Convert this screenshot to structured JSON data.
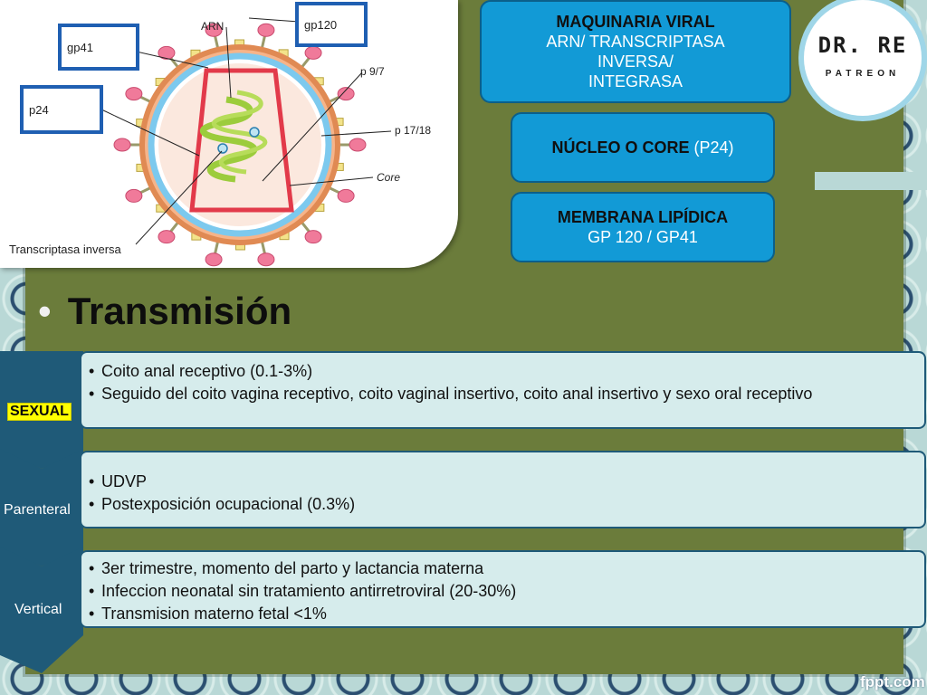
{
  "figure": {
    "labels": {
      "arn": "ARN",
      "gp120": "gp120",
      "gp41": "gp41",
      "p24": "p24",
      "p97": "p 9/7",
      "p1718": "p 17/18",
      "core": "Core",
      "transcriptasa": "Transcriptasa  inversa"
    }
  },
  "callouts": {
    "maquinaria": {
      "title": "MAQUINARIA VIRAL",
      "lines": [
        "ARN/ TRANSCRIPTASA",
        "INVERSA/",
        "INTEGRASA"
      ]
    },
    "nucleo": {
      "title": "NÚCLEO O CORE",
      "suffix": " (P24)"
    },
    "membrana": {
      "title": "MEMBRANA LIPÍDICA",
      "line": "GP 120 / GP41"
    }
  },
  "logo": {
    "main": "DR. RE",
    "sub": "PATREON"
  },
  "heading": {
    "bullet": "•",
    "text": "Transmisión"
  },
  "rows": [
    {
      "label": "SEXUAL",
      "items": [
        "Coito anal receptivo (0.1-3%)",
        "Seguido del coito vagina receptivo, coito vaginal insertivo, coito anal insertivo y sexo oral receptivo"
      ]
    },
    {
      "label": "Parenteral",
      "items": [
        "UDVP",
        "Postexposición ocupacional (0.3%)"
      ]
    },
    {
      "label": "Vertical",
      "items": [
        "3er trimestre, momento del parto y lactancia materna",
        "Infeccion neonatal sin tratamiento antirretroviral (20-30%)",
        "Transmision materno fetal <1%"
      ]
    }
  ],
  "watermark": "fppt.com",
  "colors": {
    "slide": "#6b7c3b",
    "callout": "#129ad6",
    "tab": "#1f5a78",
    "panel": "#d6ecec",
    "highlight": "#ffff00"
  }
}
